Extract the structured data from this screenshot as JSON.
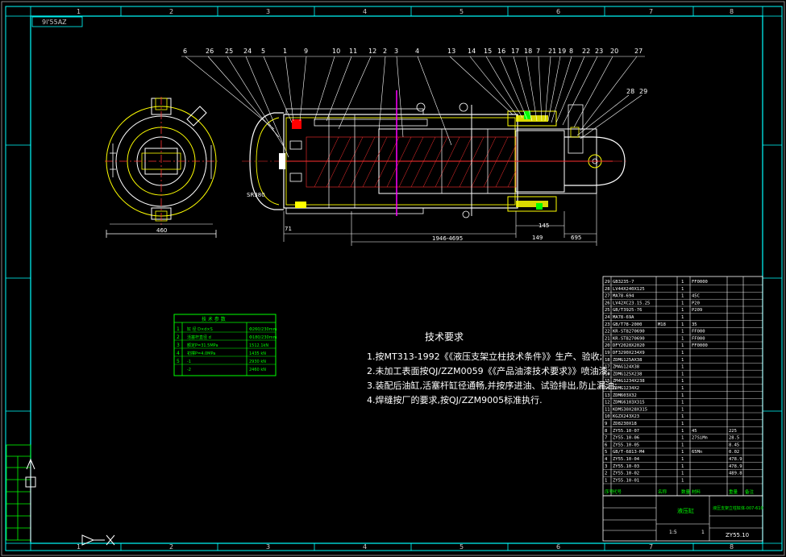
{
  "drawing": {
    "stamp": "9l'55AZ",
    "zones_top": [
      "1",
      "2",
      "3",
      "4",
      "5",
      "6",
      "7",
      "8"
    ],
    "zones_bottom": [
      "1",
      "2",
      "3",
      "4",
      "5",
      "6",
      "7",
      "8"
    ],
    "dim_diameter": "460",
    "callout_seal": "SR380",
    "dim_stroke": "1946-4695",
    "dim_a": "149",
    "dim_b": "695",
    "dim_c": "71",
    "dim_d": "145",
    "balloons": [
      "6",
      "26",
      "25",
      "24",
      "5",
      "1",
      "9",
      "10",
      "11",
      "12",
      "2",
      "3",
      "4",
      "13",
      "14",
      "15",
      "16",
      "17",
      "18",
      "7",
      "21",
      "19",
      "8",
      "22",
      "23",
      "20",
      "27",
      "28",
      "29"
    ]
  },
  "tech_requirements": {
    "title": "技术要求",
    "lines": [
      "1.按MT313-1992《《液压支架立柱技术条件》》生产、验收;",
      "2.未加工表面按QJ/ZZM0059《《产品油漆技术要求》》喷油漆;",
      "3.装配后油缸,活塞杆缸径通畅,并按序进油、试验排出,防止漏油;",
      "4.焊缝按厂的要求,按QJ/ZZM9005标准执行."
    ]
  },
  "spec_table": {
    "title": "技 术 参 数",
    "rows": [
      [
        "1",
        "缸 径 D×d×S",
        "Φ260/230mm"
      ],
      [
        "2",
        "活塞杆直径 d",
        "Φ180/230mm"
      ],
      [
        "3",
        "额定P=31.5MPa",
        "1512.1kN"
      ],
      [
        "4",
        "初撑P=4.0MPa",
        "1435  kN"
      ],
      [
        "5",
        "-1",
        "2930  kN"
      ],
      [
        "",
        "-2",
        "2460  kN"
      ]
    ]
  },
  "bom": {
    "rows": [
      [
        "29",
        "GB3235-7",
        "",
        "1",
        "FF0000"
      ],
      [
        "28",
        "LV44X240X125",
        "",
        "1",
        ""
      ],
      [
        "27",
        "MA78-694",
        "",
        "1",
        "45C"
      ],
      [
        "26",
        "LV42XC23.15.25",
        "",
        "1",
        "P20"
      ],
      [
        "25",
        "GB/T3925-76",
        "",
        "1",
        "P209"
      ],
      [
        "24",
        "MA78-69A",
        "",
        "1",
        ""
      ],
      [
        "23",
        "GB/T78-2000",
        "M18",
        "1",
        "35"
      ],
      [
        "22",
        "KR-ST8270690",
        "",
        "1",
        "FF000"
      ],
      [
        "21",
        "KR-ST8270690",
        "",
        "1",
        "FF000"
      ],
      [
        "20",
        "DFY2020X2020",
        "",
        "1",
        "FF0000"
      ],
      [
        "19",
        "DF3290X234X9",
        "",
        "1",
        ""
      ],
      [
        "18",
        "ZDMG125AX38",
        "",
        "1",
        ""
      ],
      [
        "17",
        "ZMAG124X38",
        "",
        "1",
        ""
      ],
      [
        "16",
        "ZDMG125X238",
        "",
        "1",
        ""
      ],
      [
        "15",
        "ZM4G1234X238",
        "",
        "1",
        ""
      ],
      [
        "14",
        "ZDMG1234X2",
        "",
        "1",
        ""
      ],
      [
        "13",
        "ZDM603X32",
        "",
        "1",
        ""
      ],
      [
        "12",
        "ZDMG6103X315",
        "",
        "1",
        ""
      ],
      [
        "11",
        "KDMS30X28X315",
        "",
        "1",
        ""
      ],
      [
        "10",
        "KGZX243X23",
        "",
        "1",
        ""
      ],
      [
        "9",
        "ZD8230X18",
        "",
        "1",
        ""
      ],
      [
        "8",
        "ZY55.10-07",
        "",
        "1",
        "45",
        "225"
      ],
      [
        "7",
        "ZY55.10-06",
        "",
        "1",
        "27SiMn",
        "28.5"
      ],
      [
        "6",
        "ZY55.10-05",
        "",
        "1",
        "",
        "8.45"
      ],
      [
        "5",
        "GB/T-6813-M4",
        "",
        "1",
        "65Mn",
        "0.02"
      ],
      [
        "4",
        "ZY55.10-04",
        "",
        "1",
        "",
        "478.9"
      ],
      [
        "3",
        "ZY55.10-03",
        "",
        "1",
        "",
        "478.9"
      ],
      [
        "2",
        "ZY55.10-02",
        "",
        "1",
        "",
        "489.8"
      ],
      [
        "1",
        "ZY55.10-01",
        "",
        "1",
        "",
        ""
      ]
    ],
    "header": [
      "序号",
      "代号",
      "名称",
      "数量",
      "材料",
      "重量",
      "备注"
    ]
  },
  "title_block": {
    "name": "液压缸",
    "drawing_no": "ZY55.10",
    "project": "液压支架立柱缸体-007-610",
    "scale": "1:5",
    "sheet": "1"
  },
  "colors": {
    "frame": "#00ffff",
    "geometry": "#ffff00",
    "red": "#ff0000",
    "green": "#00ff00",
    "magenta": "#ff00ff",
    "white": "#ffffff",
    "centerline": "#ff3030"
  }
}
